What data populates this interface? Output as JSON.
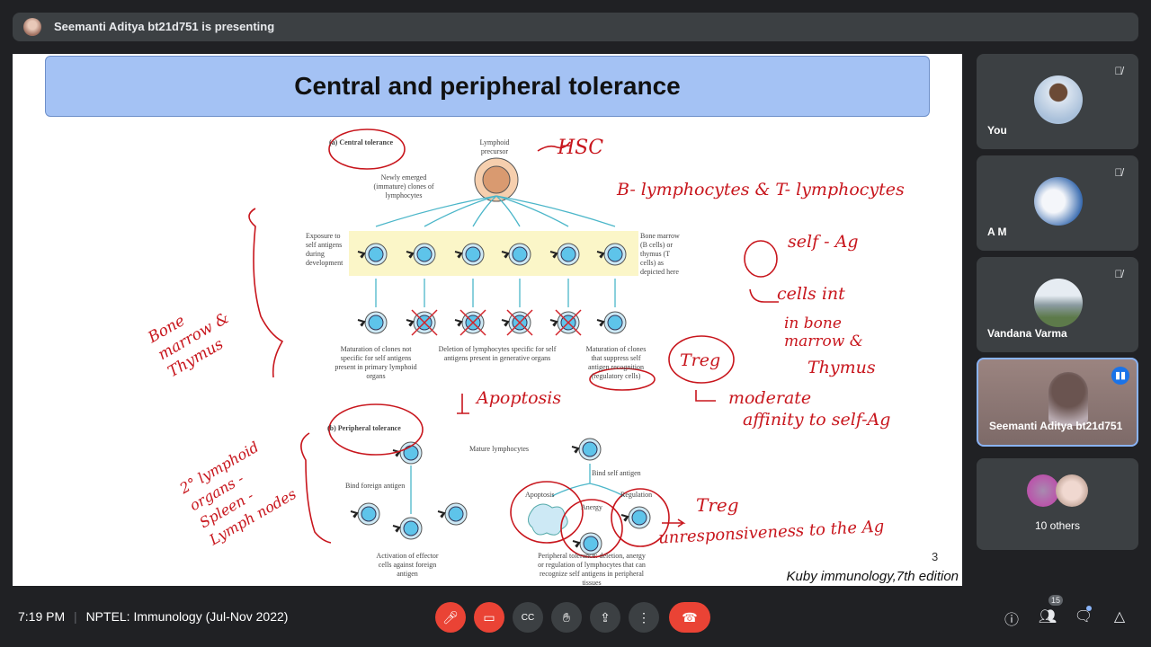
{
  "topbar": {
    "presenting_text": "Seemanti Aditya bt21d751 is presenting"
  },
  "slide": {
    "title": "Central and peripheral tolerance",
    "page_number": "3",
    "credit": "Kuby immunology,7th edition",
    "diagram": {
      "central_label": "(a) Central tolerance",
      "lymphoid_precursor": "Lymphoid precursor",
      "newly_emerged": "Newly emerged (immature) clones of lymphocytes",
      "exposure": "Exposure to self antigens during development",
      "bone_marrow": "Bone marrow (B cells) or thymus (T cells) as depicted here",
      "maturation_not_specific": "Maturation of clones not specific for self antigens present in primary lymphoid organs",
      "deletion": "Deletion of lymphocytes specific for self antigens present in generative organs",
      "maturation_suppress": "Maturation of clones that suppress self antigen recognition (regulatory cells)",
      "peripheral_label": "(b) Peripheral tolerance",
      "mature_lymphocytes": "Mature lymphocytes",
      "bind_foreign": "Bind foreign antigen",
      "bind_self": "Bind self antigen",
      "apoptosis": "Apoptosis",
      "anergy": "Anergy",
      "regulation": "Regulation",
      "activation": "Activation of effector cells against foreign antigen",
      "peripheral_summary": "Peripheral tolerance: deletion, anergy or regulation of lymphocytes that can recognize self antigens in peripheral tissues"
    },
    "annotations": {
      "hsc": "HSC",
      "b_t_lymphocytes": "B- lymphocytes & T- lymphocytes",
      "self_ag": "self - Ag",
      "cells_int": "cells int",
      "in_bone_marrow": "in bone marrow &",
      "thymus": "Thymus",
      "treg1": "Treg",
      "moderate": "moderate",
      "affinity": "affinity to self-Ag",
      "apoptosis": "Apoptosis",
      "bone_marrow_thymus": "Bone marrow & Thymus",
      "secondary_lymphoid": "2° lymphoid organs - Spleen - Lymph nodes",
      "treg2": "Treg",
      "unresponsiveness": "unresponsiveness to the Ag"
    }
  },
  "participants": [
    {
      "name": "You",
      "muted": true
    },
    {
      "name": "A M",
      "muted": true
    },
    {
      "name": "Vandana Varma",
      "muted": true
    },
    {
      "name": "Seemanti Aditya bt21d751",
      "speaking": true
    },
    {
      "name": "10 others"
    }
  ],
  "bottombar": {
    "time": "7:19 PM",
    "meeting_title": "NPTEL: Immunology (Jul-Nov 2022)",
    "people_count": "15"
  },
  "colors": {
    "accent_red": "#ea4335",
    "speaking_blue": "#8ab4f8",
    "annotation_red": "#c8161d"
  }
}
